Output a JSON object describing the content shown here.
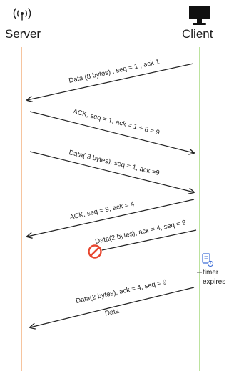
{
  "lanes": {
    "server": {
      "label": "Server",
      "icon": "wifi-broadcast-icon",
      "line_color": "#f0a36a"
    },
    "client": {
      "label": "Client",
      "icon": "monitor-icon",
      "line_color": "#98d46a"
    }
  },
  "messages": [
    {
      "label": "Data (8 bytes) , seq = 1 , ack  1"
    },
    {
      "label": "ACK, seq = 1, ack = 1 + 8 = 9"
    },
    {
      "label": "Data( 3 bytes), seq = 1, ack =9"
    },
    {
      "label": "ACK, seq = 9, ack = 4"
    },
    {
      "label": "Data(2 bytes), ack = 4, seq = 9",
      "status": "lost"
    },
    {
      "label": "Data(2 bytes), ack = 4, seq = 9"
    },
    {
      "label": "Data"
    }
  ],
  "timer": {
    "line1": "timer",
    "line2": "expires",
    "icon": "timer-icon"
  },
  "colors": {
    "arrow": "#222222",
    "lost": "#e8472f",
    "timer_icon": "#3f6ed6"
  }
}
